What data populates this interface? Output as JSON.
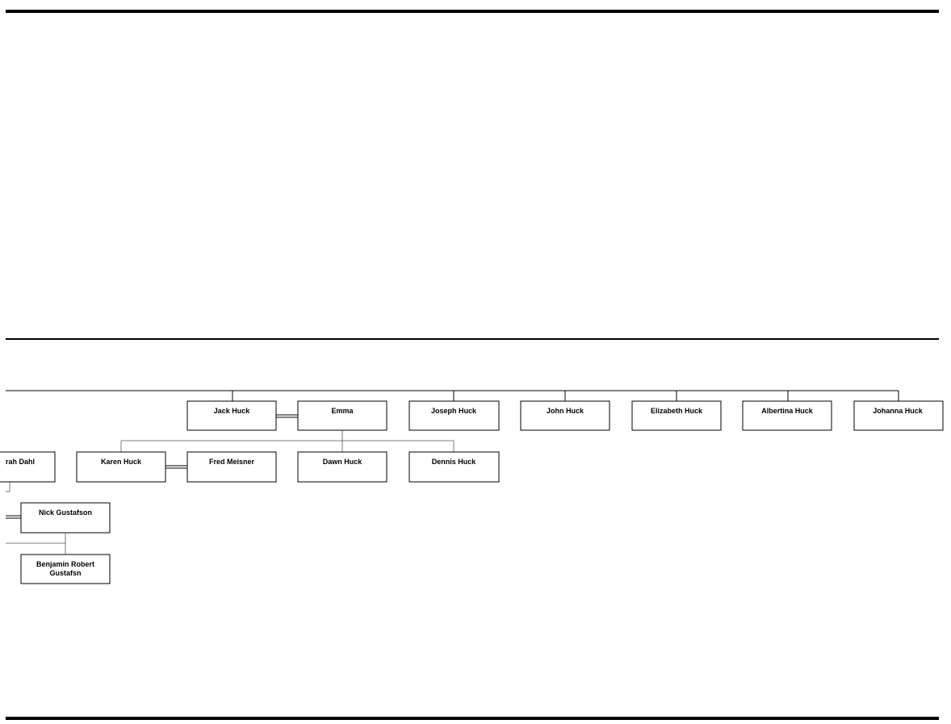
{
  "people": {
    "jack_huck": "Jack Huck",
    "emma": "Emma",
    "joseph_huck": "Joseph Huck",
    "john_huck": "John Huck",
    "elizabeth_huck": "Elizabeth Huck",
    "albertina_huck": "Albertina Huck",
    "johanna_huck": "Johanna Huck",
    "sarah_dahl": "rah Dahl",
    "karen_huck": "Karen Huck",
    "fred_meisner": "Fred Meisner",
    "dawn_huck": "Dawn Huck",
    "dennis_huck": "Dennis Huck",
    "nick_gustafson": "Nick Gustafson",
    "benjamin_line1": "Benjamin Robert",
    "benjamin_line2": "Gustafsn"
  }
}
